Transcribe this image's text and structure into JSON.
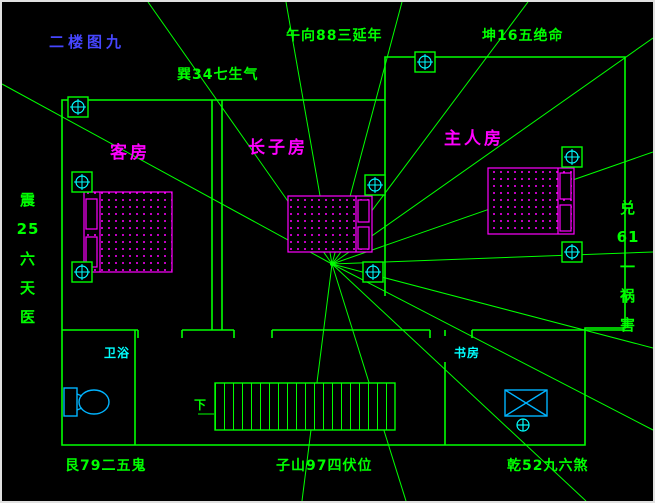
{
  "colors": {
    "background": "#000000",
    "walls_and_lines": "#00ff00",
    "beds_and_room_labels": "#ff00ff",
    "fixtures": "#00b4ff",
    "small_labels": "#00ffff",
    "title": "#4646ff",
    "frame_border": "#e0e0e0"
  },
  "title": "二楼图九",
  "compass": {
    "top_center": "午向88三延年",
    "top_right": "坤16五绝命",
    "upper_left": "巽34七生气",
    "left_column": "震\n25\n六\n天\n医",
    "right_column": "兑\n61\n一\n祸\n害",
    "bottom_left": "艮79二五鬼",
    "bottom_center": "子山97四伏位",
    "bottom_right": "乾52九六煞"
  },
  "rooms": {
    "guest": "客房",
    "eldest_son": "长子房",
    "master": "主人房",
    "bathroom": "卫浴",
    "study": "书房",
    "stairs_down": "下"
  }
}
